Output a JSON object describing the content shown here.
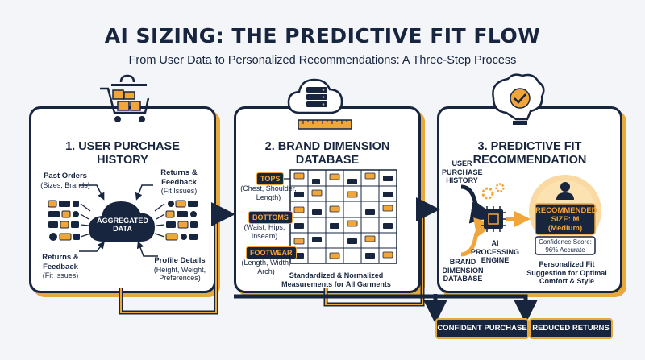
{
  "header": {
    "title": "AI SIZING: THE PREDICTIVE FIT FLOW",
    "subtitle": "From User Data to Personalized Recommendations: A Three-Step Process"
  },
  "step1": {
    "title_line1": "1. USER PURCHASE",
    "title_line2": "HISTORY",
    "past_orders": "Past Orders",
    "past_orders_sub": "(Sizes, Brands)",
    "returns_top": "Returns &",
    "returns_top2": "Feedback",
    "returns_top_sub": "(Fit Issues)",
    "returns_bottom": "Returns &",
    "returns_bottom2": "Feedback",
    "returns_bottom_sub": "(Fit Issues)",
    "profile": "Profile Details",
    "profile_sub1": "(Height, Weight,",
    "profile_sub2": "Preferences)",
    "cloud1": "AGGREGATED",
    "cloud2": "DATA"
  },
  "step2": {
    "title_line1": "2. BRAND DIMENSION",
    "title_line2": "DATABASE",
    "tops": "TOPS",
    "tops_sub1": "(Chest, Shoulder,",
    "tops_sub2": "Length)",
    "bottoms": "BOTTOMS",
    "bottoms_sub1": "(Waist, Hips,",
    "bottoms_sub2": "Inseam)",
    "footwear": "FOOTWEAR",
    "footwear_sub1": "(Length, Width,",
    "footwear_sub2": "Arch)",
    "footer1": "Standardized & Normalized",
    "footer2": "Measurements for All Garments"
  },
  "step3": {
    "title_line1": "3. PREDICTIVE FIT",
    "title_line2": "RECOMMENDATION",
    "in1_l1": "USER",
    "in1_l2": "PURCHASE",
    "in1_l3": "HISTORY",
    "in2_l1": "BRAND",
    "in2_l2": "DIMENSION",
    "in2_l3": "DATABASE",
    "engine1": "AI PROCESSING",
    "engine2": "ENGINE",
    "rec1": "RECOMMENDED",
    "rec2": "SIZE: M",
    "rec3": "(Medium)",
    "conf1": "Confidence Score:",
    "conf2": "96% Accurate",
    "note1": "Personalized Fit",
    "note2": "Suggestion for Optimal",
    "note3": "Comfort & Style"
  },
  "outcomes": {
    "confident": "CONFIDENT PURCHASE",
    "returns": "REDUCED RETURNS"
  },
  "colors": {
    "navy": "#17253f",
    "orange": "#f0a63b",
    "shadow": "#e8a93a"
  },
  "icons": [
    "shopping-cart-icon",
    "cloud-database-icon",
    "ruler-icon",
    "brain-check-icon",
    "gear-icon",
    "chip-icon",
    "user-avatar-icon"
  ]
}
